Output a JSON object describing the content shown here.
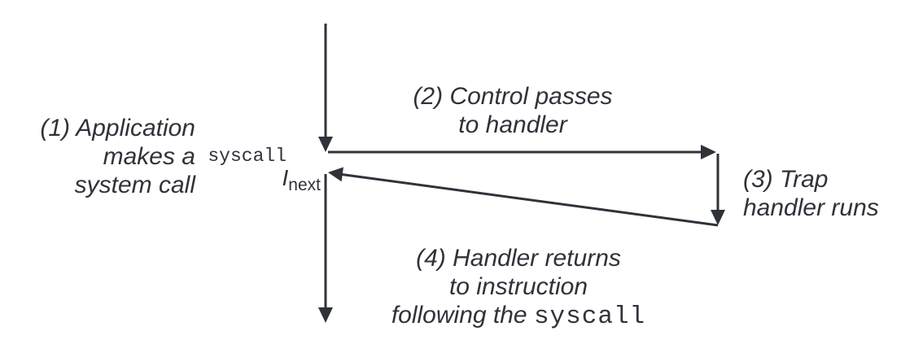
{
  "diagram": {
    "ink_color": "#30323a",
    "background_color": "#ffffff",
    "steps": {
      "step1": {
        "lines": [
          "(1) Application",
          "makes a",
          "system call"
        ]
      },
      "step2": {
        "lines": [
          "(2) Control passes",
          "to handler"
        ]
      },
      "step3": {
        "lines": [
          "(3) Trap",
          "handler runs"
        ]
      },
      "step4": {
        "lines": [
          "(4) Handler returns",
          "to instruction"
        ],
        "line3_prefix": "following the ",
        "line3_code": "syscall"
      }
    },
    "code_labels": {
      "syscall_instruction": "syscall",
      "inext_base": "I",
      "inext_sub": "next"
    }
  }
}
